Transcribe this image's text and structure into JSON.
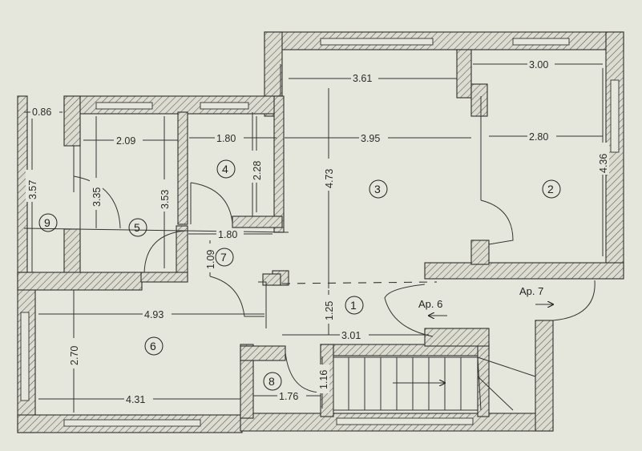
{
  "rooms": [
    {
      "id": "r1",
      "number": "1"
    },
    {
      "id": "r2",
      "number": "2"
    },
    {
      "id": "r3",
      "number": "3"
    },
    {
      "id": "r4",
      "number": "4"
    },
    {
      "id": "r5",
      "number": "5"
    },
    {
      "id": "r6",
      "number": "6"
    },
    {
      "id": "r7",
      "number": "7"
    },
    {
      "id": "r8",
      "number": "8"
    },
    {
      "id": "r9",
      "number": "9"
    }
  ],
  "dimensions": {
    "d361": "3.61",
    "d300": "3.00",
    "d086": "0.86",
    "d209": "2.09",
    "d180a": "1.80",
    "d395": "3.95",
    "d280": "2.80",
    "d436": "4.36",
    "d473": "4.73",
    "d228": "2.28",
    "d357": "3.57",
    "d335": "3.35",
    "d353": "3.53",
    "d180b": "1.80",
    "d109": "1.09",
    "d493": "4.93",
    "d125": "1.25",
    "d301": "3.01",
    "d270": "2.70",
    "d116": "1.16",
    "d431": "4.31",
    "d176": "1.76"
  },
  "apartments": {
    "ap6": "Ap. 6",
    "ap7": "Ap. 7"
  }
}
